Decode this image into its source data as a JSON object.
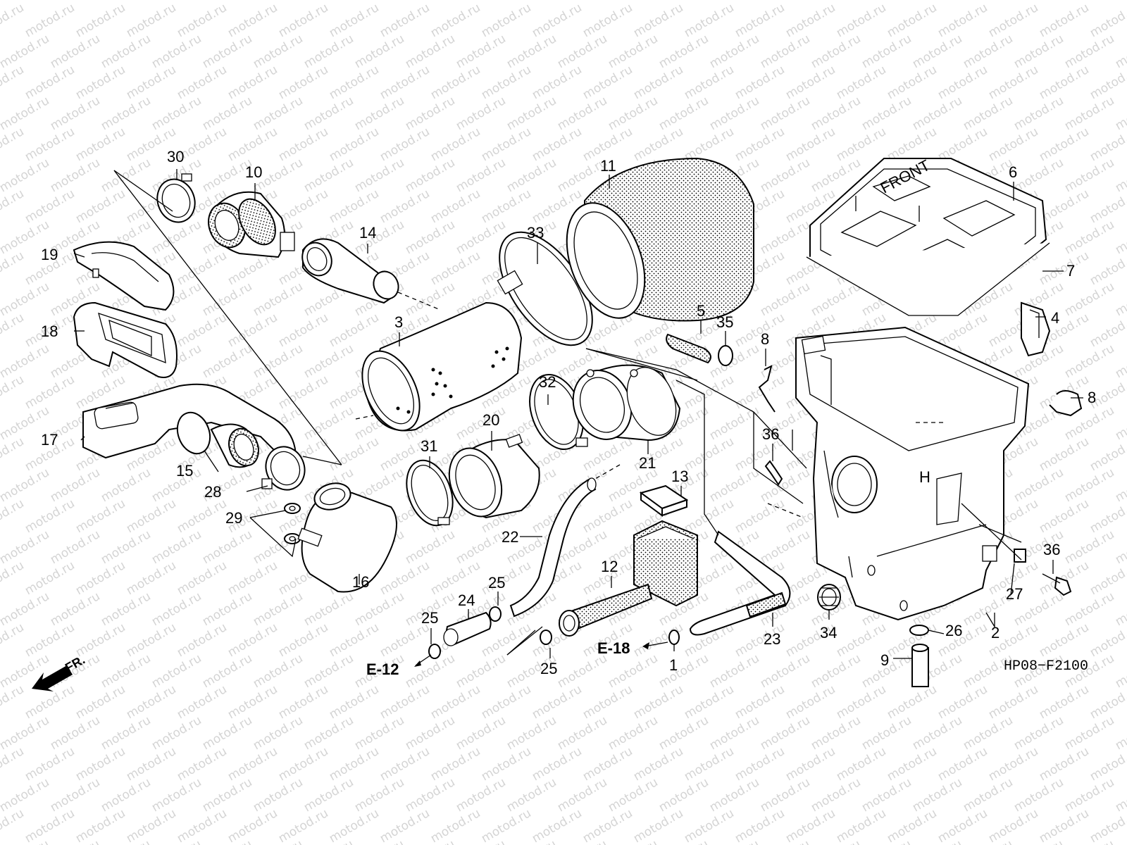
{
  "watermark": "motod.ru",
  "diagram_code": "HP08−F2100",
  "front_indicator": "FR.",
  "box_front_marking": "FRONT",
  "box_side_marking": "H",
  "references": {
    "e12": "E-12",
    "e18": "E-18"
  },
  "callouts": {
    "c1": "1",
    "c2": "2",
    "c3": "3",
    "c4": "4",
    "c5": "5",
    "c6": "6",
    "c7": "7",
    "c8a": "8",
    "c8b": "8",
    "c9": "9",
    "c10": "10",
    "c11": "11",
    "c12": "12",
    "c13": "13",
    "c14": "14",
    "c15": "15",
    "c16": "16",
    "c17": "17",
    "c18": "18",
    "c19": "19",
    "c20": "20",
    "c21": "21",
    "c22": "22",
    "c23": "23",
    "c24": "24",
    "c25a": "25",
    "c25b": "25",
    "c25c": "25",
    "c26": "26",
    "c27": "27",
    "c28": "28",
    "c29": "29",
    "c30": "30",
    "c31": "31",
    "c32": "32",
    "c33": "33",
    "c34": "34",
    "c35": "35",
    "c36a": "36",
    "c36b": "36"
  }
}
